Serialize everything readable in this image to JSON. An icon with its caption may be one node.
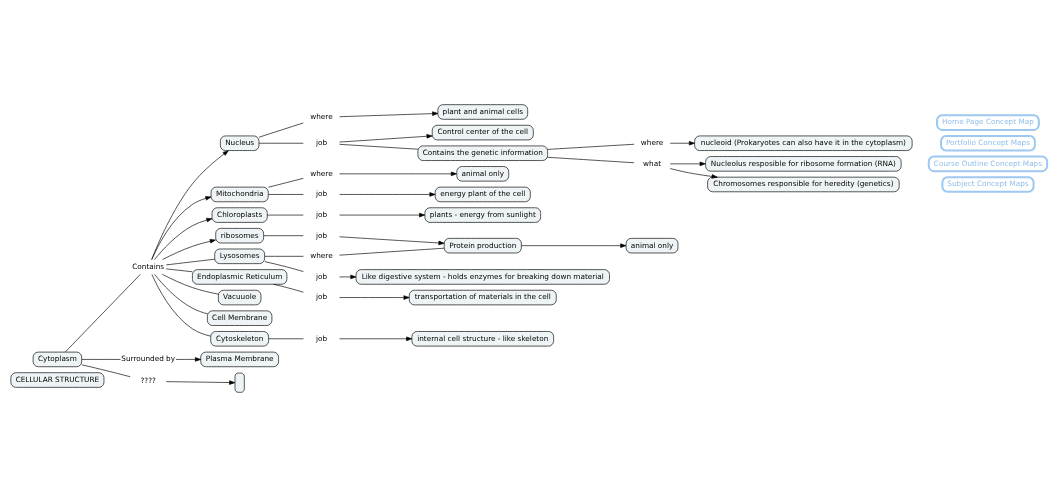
{
  "diagram": {
    "nodes": [
      {
        "text": [
          "CELLULAR STRUCTURE"
        ]
      },
      {
        "text": [
          "Cytoplasm"
        ]
      },
      {
        "text": [
          "Contains"
        ]
      },
      {
        "text": [
          "Nucleus"
        ]
      },
      {
        "text": [
          "Mitochondria"
        ]
      },
      {
        "text": [
          "Chloroplasts"
        ]
      },
      {
        "text": [
          "ribosomes"
        ]
      },
      {
        "text": [
          "Lysosomes"
        ]
      },
      {
        "text": [
          "Endoplasmic Reticulum"
        ]
      },
      {
        "text": [
          "Vacuuole"
        ]
      },
      {
        "text": [
          "Cell Membrane"
        ]
      },
      {
        "text": [
          "Cytoskeleton"
        ]
      },
      {
        "text": [
          "Surrounded by"
        ]
      },
      {
        "text": [
          "Plasma Membrane"
        ]
      },
      {
        "text": [
          "????"
        ]
      },
      {
        "text": [],
        "shape": "box"
      },
      {
        "text": [
          "where"
        ]
      },
      {
        "text": [
          "plant and animal cells"
        ]
      },
      {
        "text": [
          "job"
        ]
      },
      {
        "text": [
          "Control center of the cell"
        ]
      },
      {
        "text": [
          "Contains the genetic information"
        ]
      },
      {
        "text": [
          "where"
        ]
      },
      {
        "text": [
          "nucleoid (Prokaryotes can also have it in the cytoplasm)"
        ]
      },
      {
        "text": [
          "what"
        ]
      },
      {
        "text": [
          "Nucleolus resposible for ribosome formation (RNA)"
        ]
      },
      {
        "text": [
          "Chromosomes responsible for heredity (genetics)"
        ]
      },
      {
        "text": [
          "where"
        ]
      },
      {
        "text": [
          "animal only"
        ]
      },
      {
        "text": [
          "job"
        ]
      },
      {
        "text": [
          "energy plant of the cell"
        ]
      },
      {
        "text": [
          "job"
        ]
      },
      {
        "text": [
          "plants - energy from sunlight"
        ]
      },
      {
        "text": [
          "job"
        ]
      },
      {
        "text": [
          "Protein production"
        ]
      },
      {
        "text": [
          "animal only"
        ]
      },
      {
        "text": [
          "where"
        ]
      },
      {
        "text": [
          "job"
        ]
      },
      {
        "text": [
          "Like digestive system - holds enzymes for breaking down material"
        ]
      },
      {
        "text": [
          "job"
        ]
      },
      {
        "text": [
          "transportation of materials in the cell"
        ]
      },
      {
        "text": [
          "job"
        ]
      },
      {
        "text": [
          "internal cell structure - like skeleton"
        ]
      },
      {
        "text": [
          "Home Page Concept Map"
        ]
      },
      {
        "text": [
          "Portfolio Concept Maps"
        ]
      },
      {
        "text": [
          "Course Outline Concept Maps"
        ]
      },
      {
        "text": [
          "Subject Concept Maps"
        ]
      }
    ],
    "edges": [
      {
        "from": 1,
        "to": 2,
        "arrow": "none"
      },
      {
        "from": 2,
        "to": 3,
        "arrow": "to"
      },
      {
        "from": 2,
        "to": 4,
        "arrow": "to"
      },
      {
        "from": 2,
        "to": 5,
        "arrow": "to"
      },
      {
        "from": 2,
        "to": 6,
        "arrow": "to"
      },
      {
        "from": 2,
        "to": 7,
        "arrow": "none"
      },
      {
        "from": 2,
        "to": 8,
        "arrow": "none"
      },
      {
        "from": 2,
        "to": 9,
        "arrow": "none"
      },
      {
        "from": 2,
        "to": 10,
        "arrow": "none"
      },
      {
        "from": 2,
        "to": 11,
        "arrow": "none"
      },
      {
        "from": 1,
        "to": 12,
        "arrow": "none"
      },
      {
        "from": 12,
        "to": 13,
        "arrow": "to"
      },
      {
        "from": 1,
        "to": 14,
        "arrow": "none"
      },
      {
        "from": 14,
        "to": 15,
        "arrow": "to"
      },
      {
        "from": 3,
        "to": 16,
        "arrow": "none"
      },
      {
        "from": 16,
        "to": 17,
        "arrow": "to"
      },
      {
        "from": 3,
        "to": 18,
        "arrow": "none"
      },
      {
        "from": 18,
        "to": 19,
        "arrow": "to"
      },
      {
        "from": 18,
        "to": 20,
        "arrow": "none"
      },
      {
        "from": 20,
        "to": 21,
        "arrow": "none"
      },
      {
        "from": 21,
        "to": 22,
        "arrow": "to"
      },
      {
        "from": 20,
        "to": 23,
        "arrow": "none"
      },
      {
        "from": 23,
        "to": 24,
        "arrow": "to"
      },
      {
        "from": 23,
        "to": 25,
        "arrow": "to"
      },
      {
        "from": 4,
        "to": 26,
        "arrow": "none"
      },
      {
        "from": 26,
        "to": 27,
        "arrow": "to"
      },
      {
        "from": 4,
        "to": 28,
        "arrow": "none"
      },
      {
        "from": 28,
        "to": 29,
        "arrow": "to"
      },
      {
        "from": 5,
        "to": 30,
        "arrow": "none"
      },
      {
        "from": 30,
        "to": 31,
        "arrow": "to"
      },
      {
        "from": 6,
        "to": 32,
        "arrow": "none"
      },
      {
        "from": 32,
        "to": 33,
        "arrow": "to"
      },
      {
        "from": 33,
        "to": 34,
        "arrow": "to"
      },
      {
        "from": 7,
        "to": 35,
        "arrow": "none"
      },
      {
        "from": 35,
        "to": 33,
        "arrow": "none"
      },
      {
        "from": 7,
        "to": 36,
        "arrow": "none"
      },
      {
        "from": 36,
        "to": 37,
        "arrow": "to"
      },
      {
        "from": 8,
        "to": 38,
        "arrow": "none"
      },
      {
        "from": 38,
        "to": 39,
        "arrow": "to"
      },
      {
        "from": 11,
        "to": 40,
        "arrow": "none"
      },
      {
        "from": 40,
        "to": 41,
        "arrow": "to"
      }
    ]
  }
}
